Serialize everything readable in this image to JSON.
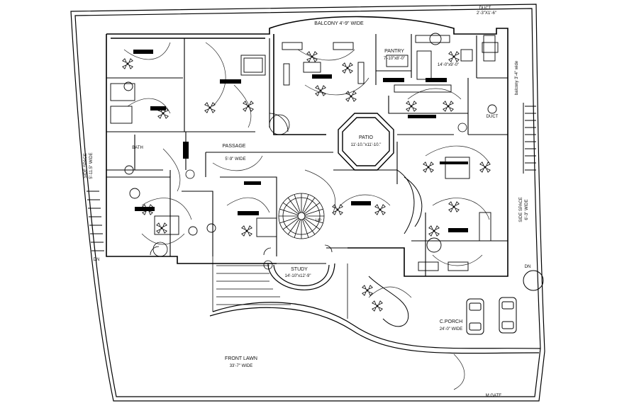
{
  "drawing": {
    "background": "#ffffff",
    "line_color": "#000000",
    "wire_color": "#1a1a1a"
  },
  "labels": {
    "balcony_top": "BALCONY 4'-9\" WIDE",
    "duct_top": "DUCT",
    "duct_top_size": "2'-3\"X1'-6\"",
    "pantry": "PANTRY",
    "pantry_size": "7'-10\"x8'-0\"",
    "kitchen_size": "14'-0\"x9'-0\"",
    "duct_side": "DUCT",
    "balcony_side": "balcony 3'-4\" wide",
    "patio": "PATIO",
    "patio_size": "11'-10.\"x11'-10.\"",
    "passage": "PASSAGE",
    "passage_width": "5'-9\" WIDE",
    "bath": "BATH",
    "side_space_left": "SIDE SPACE",
    "side_space_left_width": "5'-11.5\" WIDE",
    "side_space_right": "SIDE SPACE",
    "side_space_right_width": "6'-3\" WIDE",
    "stair_up": "UP",
    "study": "STUDY",
    "study_size": "14'-10\"x12'-9\"",
    "c_porch": "C.PORCH",
    "c_porch_width": "24'-0\" WIDE",
    "front_lawn": "FRONT LAWN",
    "front_lawn_width": "33'-7\" WIDE",
    "dn_left": "DN",
    "dn_right": "DN",
    "m_gate": "M.GATE"
  }
}
